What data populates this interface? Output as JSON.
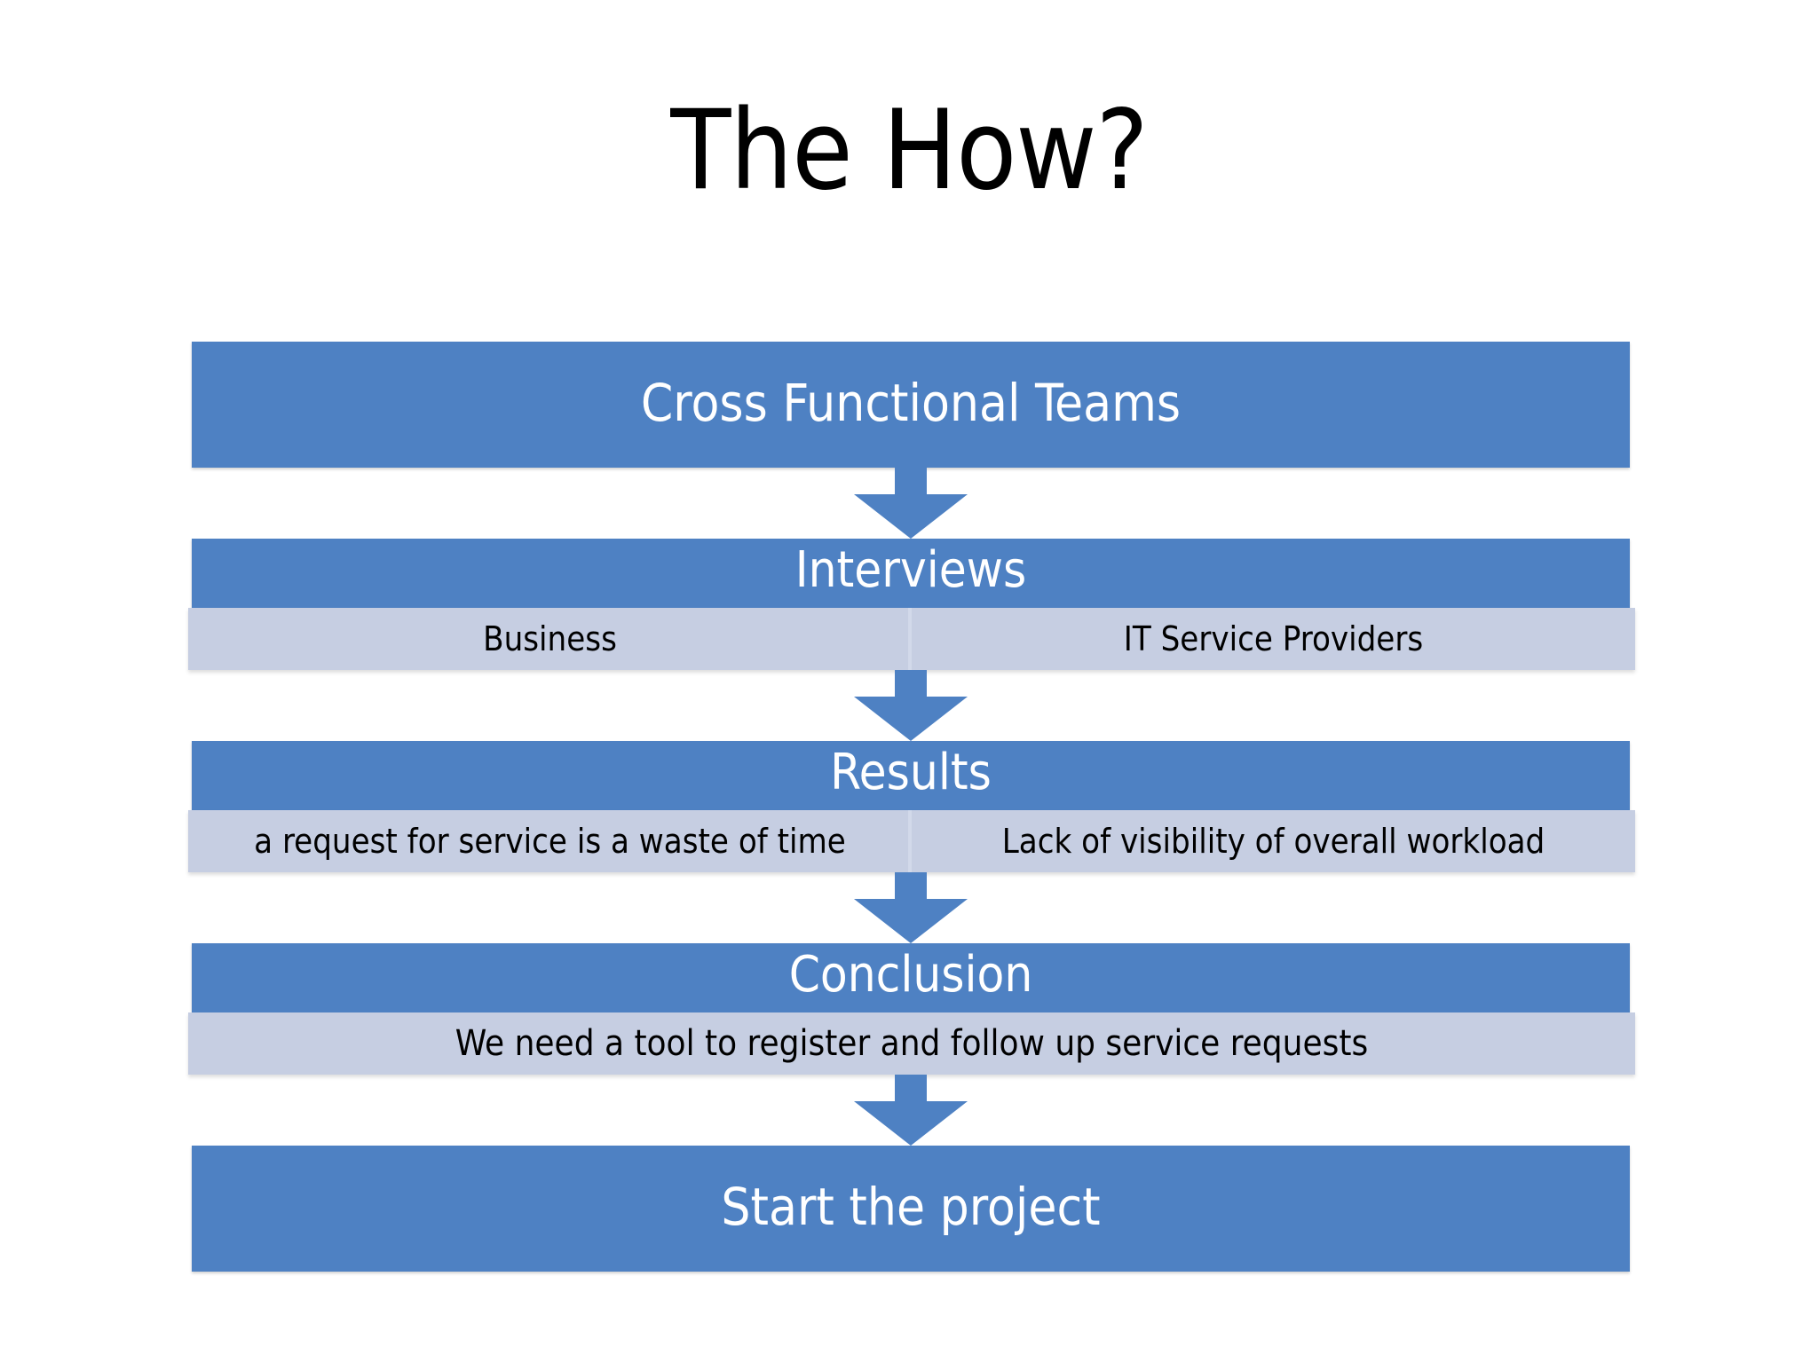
{
  "slide": {
    "title": "The How?",
    "background_color": "#FFFFFF"
  },
  "theme": {
    "accent_blue": "#4E81C3",
    "light_blue": "#C6CEE2",
    "header_text_color": "#FFFFFF",
    "sub_text_color": "#000000",
    "arrow_color": "#4E81C3"
  },
  "flow": {
    "type": "vertical-process",
    "stages": [
      {
        "id": "cross-functional-teams",
        "header": "Cross Functional Teams",
        "header_style": "tall",
        "sub_items": []
      },
      {
        "id": "interviews",
        "header": "Interviews",
        "header_style": "short",
        "sub_items": [
          "Business",
          "IT Service Providers"
        ]
      },
      {
        "id": "results",
        "header": "Results",
        "header_style": "short",
        "sub_items": [
          "a request for service is a waste of time",
          "Lack of visibility of overall workload"
        ]
      },
      {
        "id": "conclusion",
        "header": "Conclusion",
        "header_style": "short",
        "sub_items": [
          "We need a tool to register and follow up service requests"
        ]
      },
      {
        "id": "start-the-project",
        "header": "Start the project",
        "header_style": "tall",
        "sub_items": []
      }
    ],
    "connectors": [
      {
        "from": "cross-functional-teams",
        "to": "interviews",
        "icon": "down-arrow-icon"
      },
      {
        "from": "interviews",
        "to": "results",
        "icon": "down-arrow-icon"
      },
      {
        "from": "results",
        "to": "conclusion",
        "icon": "down-arrow-icon"
      },
      {
        "from": "conclusion",
        "to": "start-the-project",
        "icon": "down-arrow-icon"
      }
    ]
  }
}
